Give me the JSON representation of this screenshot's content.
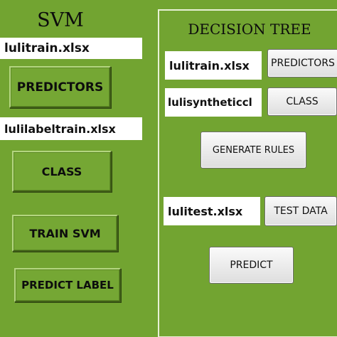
{
  "svm": {
    "title": "SVM",
    "predictor_file": "lulitrain.xlsx",
    "predictors_label": "PREDICTORS",
    "label_file": "lulilabeltrain.xlsx",
    "class_label": "CLASS",
    "train_label": "TRAIN SVM",
    "predict_label": "PREDICT LABEL"
  },
  "decision_tree": {
    "title": "DECISION TREE",
    "predictor_file": "lulitrain.xlsx",
    "predictors_label": "PREDICTORS",
    "class_file": "lulisyntheticcl",
    "class_label": "CLASS",
    "generate_label": "GENERATE RULES",
    "test_file": "lulitest.xlsx",
    "test_label": "TEST DATA",
    "predict_label": "PREDICT"
  },
  "colors": {
    "background": "#72a431",
    "panel_border": "#e8f1d6"
  }
}
